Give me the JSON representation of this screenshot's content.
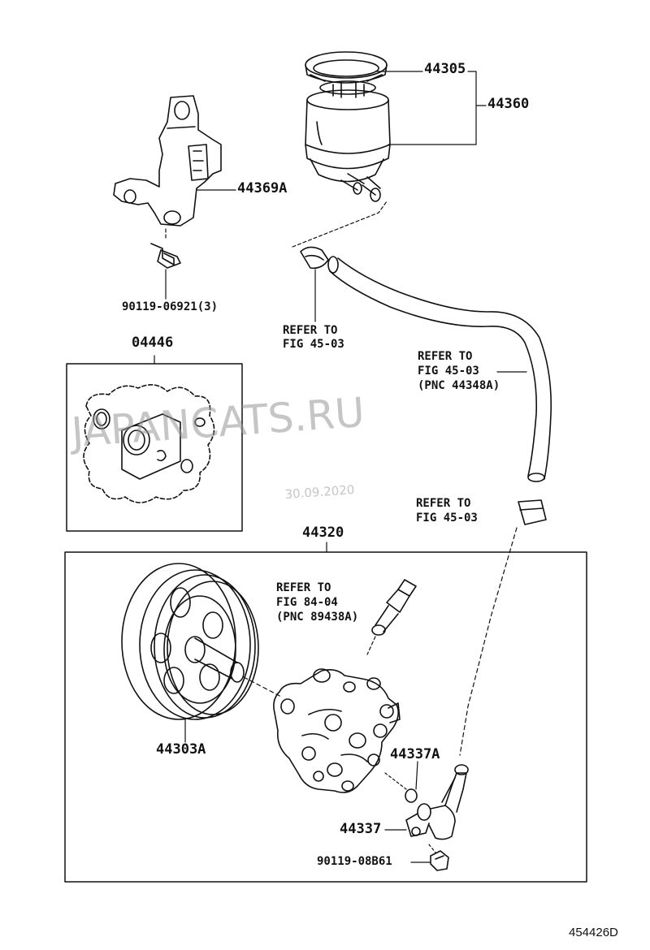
{
  "parts": {
    "p44305": "44305",
    "p44360": "44360",
    "p44369A": "44369A",
    "bolt_top": "90119-06921(3)",
    "refer_hose_clamp": [
      "REFER TO",
      "FIG 45-03"
    ],
    "refer_hose": [
      "REFER TO",
      "FIG 45-03",
      "(PNC 44348A)"
    ],
    "p04446": "04446",
    "refer_clamp_low": [
      "REFER TO",
      "FIG 45-03"
    ],
    "p44320": "44320",
    "refer_sensor": [
      "REFER TO",
      "FIG 84-04",
      "(PNC 89438A)"
    ],
    "p44303A": "44303A",
    "p44337A": "44337A",
    "p44337": "44337",
    "bolt_bottom": "90119-08B61"
  },
  "watermark": {
    "text": "JAPANCATS.RU",
    "date": "30.09.2020"
  },
  "figure_ref": "454426D"
}
